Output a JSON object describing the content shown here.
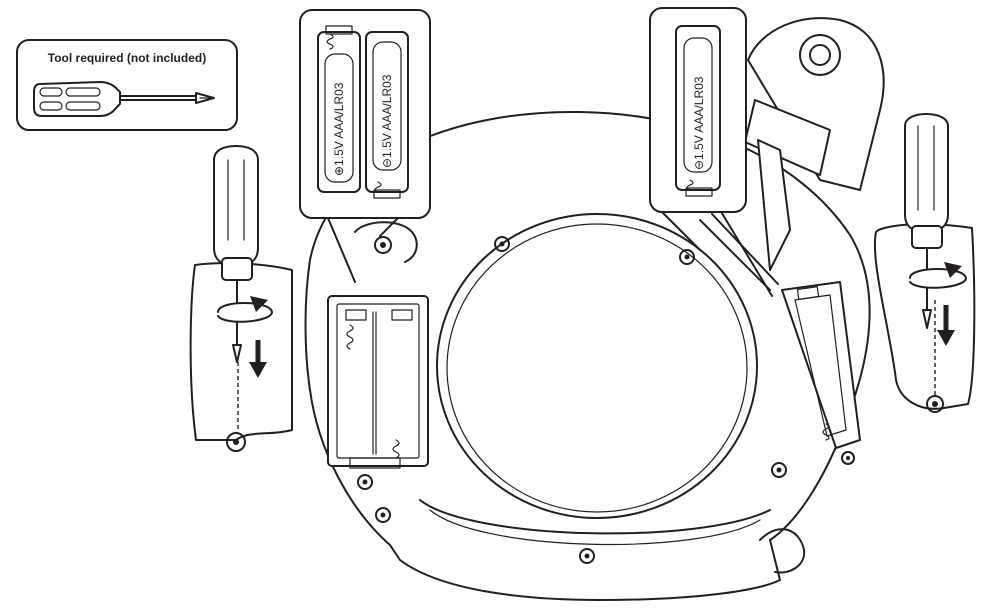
{
  "tool_box": {
    "label": "Tool required (not included)"
  },
  "batteries": {
    "left_a": "1.5V AAA/LR03",
    "left_b": "1.5V AAA/LR03",
    "right": "1.5V AAA/LR03",
    "plus": "⊕",
    "minus": "⊖"
  },
  "icons": [
    "screwdriver-icon",
    "rotate-arrow-icon",
    "down-arrow-icon",
    "battery-icon"
  ],
  "colors": {
    "ink": "#231f20",
    "background": "#ffffff"
  }
}
